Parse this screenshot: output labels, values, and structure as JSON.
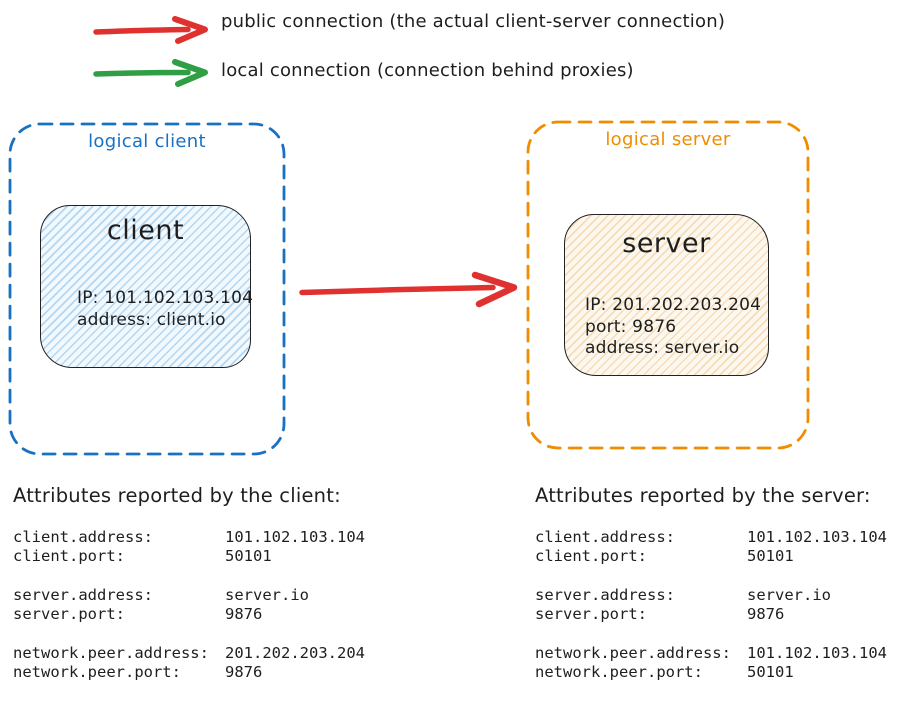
{
  "colors": {
    "public_connection": "#e03131",
    "local_connection": "#2f9e44",
    "client_accent": "#1971c2",
    "server_accent": "#f08c00",
    "ink": "#1e1e1e"
  },
  "legend": {
    "public": {
      "icon": "red-arrow",
      "label": "public connection (the actual client-server connection)"
    },
    "local": {
      "icon": "green-arrow",
      "label": "local connection (connection behind proxies)"
    }
  },
  "client_group": {
    "label": "logical client",
    "node": {
      "title": "client",
      "line1": "IP: 101.102.103.104",
      "line2": "address: client.io"
    }
  },
  "server_group": {
    "label": "logical server",
    "node": {
      "title": "server",
      "line1": "IP: 201.202.203.204",
      "line2": "port: 9876",
      "line3": "address: server.io"
    }
  },
  "client_attrs": {
    "heading": "Attributes reported by the client:",
    "rows": [
      {
        "key": "client.address:",
        "value": "101.102.103.104"
      },
      {
        "key": "client.port:",
        "value": "50101"
      },
      {
        "key": "server.address:",
        "value": "server.io"
      },
      {
        "key": "server.port:",
        "value": "9876"
      },
      {
        "key": "network.peer.address:",
        "value": "201.202.203.204"
      },
      {
        "key": "network.peer.port:",
        "value": "9876"
      }
    ]
  },
  "server_attrs": {
    "heading": "Attributes reported by the server:",
    "rows": [
      {
        "key": "client.address:",
        "value": "101.102.103.104"
      },
      {
        "key": "client.port:",
        "value": "50101"
      },
      {
        "key": "server.address:",
        "value": "server.io"
      },
      {
        "key": "server.port:",
        "value": "9876"
      },
      {
        "key": "network.peer.address:",
        "value": "101.102.103.104"
      },
      {
        "key": "network.peer.port:",
        "value": "50101"
      }
    ]
  }
}
